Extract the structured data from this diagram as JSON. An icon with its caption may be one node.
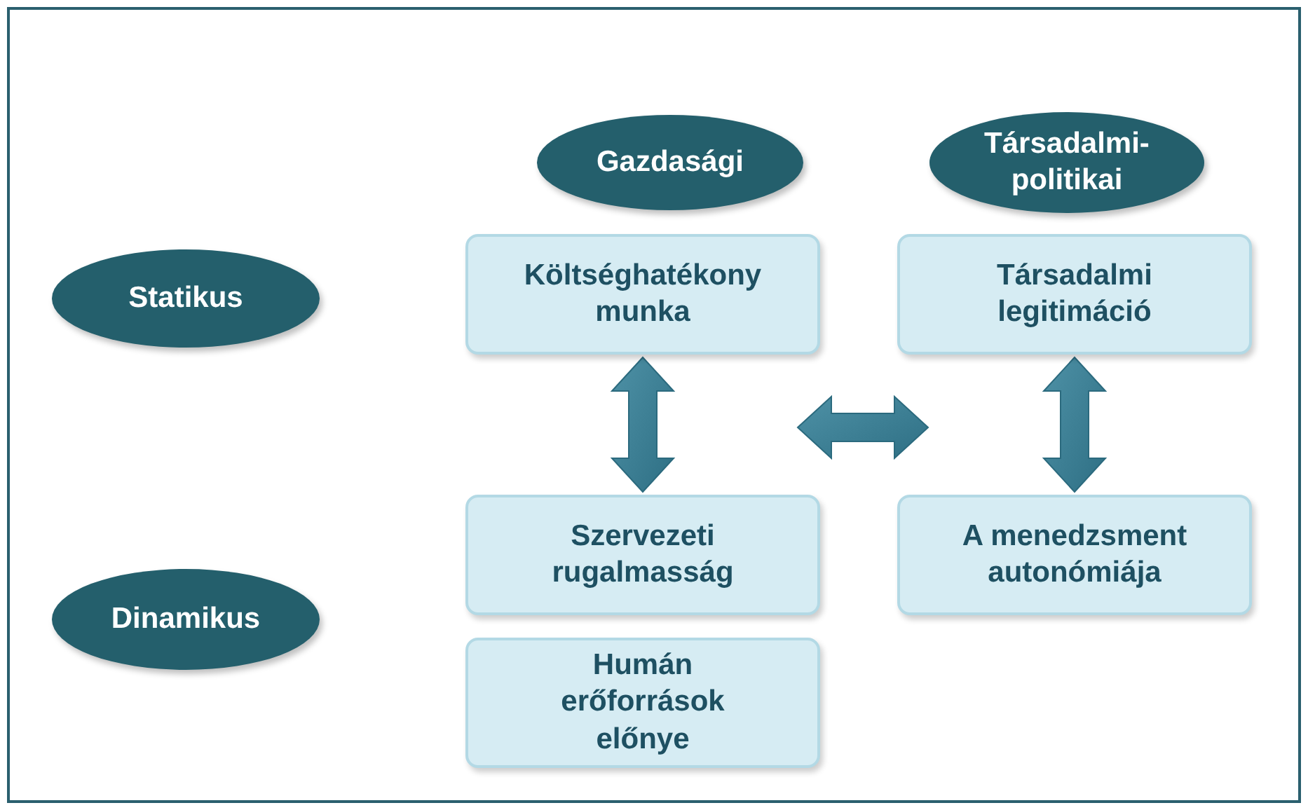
{
  "diagram": {
    "nodes": [
      {
        "text": [
          "Gazdasági"
        ]
      },
      {
        "text": [
          "Társadalmi-politikai"
        ]
      },
      {
        "text": [
          "Statikus"
        ]
      },
      {
        "text": [
          "Költséghatékony munka"
        ]
      },
      {
        "text": [
          "Társadalmi legitimáció"
        ]
      },
      {
        "text": [
          "Szervezeti rugalmasság"
        ]
      },
      {
        "text": [
          "A menedzsment autonómiája"
        ]
      },
      {
        "text": [
          "Dinamikus"
        ]
      },
      {
        "text": [
          "Humán erőforrások előnye"
        ]
      }
    ],
    "edges": [
      {
        "from": 3,
        "to": 5,
        "arrow": "both"
      },
      {
        "from": 4,
        "to": 6,
        "arrow": "both"
      }
    ]
  }
}
